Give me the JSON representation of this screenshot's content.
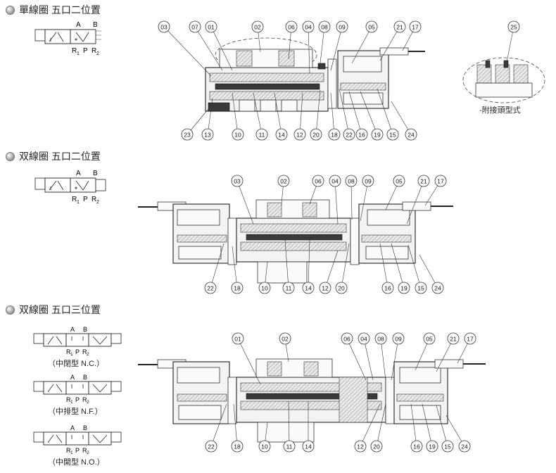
{
  "sections": [
    {
      "title": "單線圈  五口二位置",
      "symbols": [
        {
          "port_top": [
            "A",
            "B"
          ],
          "port_bottom": [
            "R",
            "P",
            "R"
          ],
          "subs": [
            "1",
            "2"
          ],
          "caption": ""
        }
      ],
      "callouts": [
        "03",
        "07",
        "01",
        "02",
        "06",
        "04",
        "08",
        "09",
        "05",
        "21",
        "17",
        "23",
        "13",
        "10",
        "11",
        "14",
        "12",
        "20",
        "18",
        "22",
        "16",
        "19",
        "15",
        "24"
      ],
      "inset": {
        "callout": "25",
        "caption": "-附接頭型式"
      }
    },
    {
      "title": "双線圈  五口二位置",
      "symbols": [
        {
          "port_top": [
            "A",
            "B"
          ],
          "port_bottom": [
            "R",
            "P",
            "R"
          ],
          "subs": [
            "1",
            "2"
          ],
          "caption": ""
        }
      ],
      "callouts": [
        "03",
        "02",
        "06",
        "04",
        "08",
        "09",
        "05",
        "21",
        "17",
        "22",
        "18",
        "10",
        "11",
        "14",
        "12",
        "20",
        "16",
        "19",
        "15",
        "24"
      ]
    },
    {
      "title": "双線圈  五口三位置",
      "symbols": [
        {
          "port_top": [
            "A",
            "B"
          ],
          "port_bottom": [
            "R",
            "P",
            "R"
          ],
          "subs": [
            "1",
            "2"
          ],
          "caption": "（中閉型 N.C.）"
        },
        {
          "port_top": [
            "A",
            "B"
          ],
          "port_bottom": [
            "R",
            "P",
            "R"
          ],
          "subs": [
            "1",
            "2"
          ],
          "caption": "（中排型 N.F.）"
        },
        {
          "port_top": [
            "A",
            "B"
          ],
          "port_bottom": [
            "R",
            "P",
            "R"
          ],
          "subs": [
            "1",
            "2"
          ],
          "caption": "（中開型 N.O.）"
        }
      ],
      "callouts": [
        "01",
        "02",
        "06",
        "04",
        "08",
        "09",
        "05",
        "21",
        "17",
        "22",
        "18",
        "10",
        "11",
        "14",
        "12",
        "20",
        "16",
        "19",
        "15",
        "24"
      ]
    }
  ]
}
